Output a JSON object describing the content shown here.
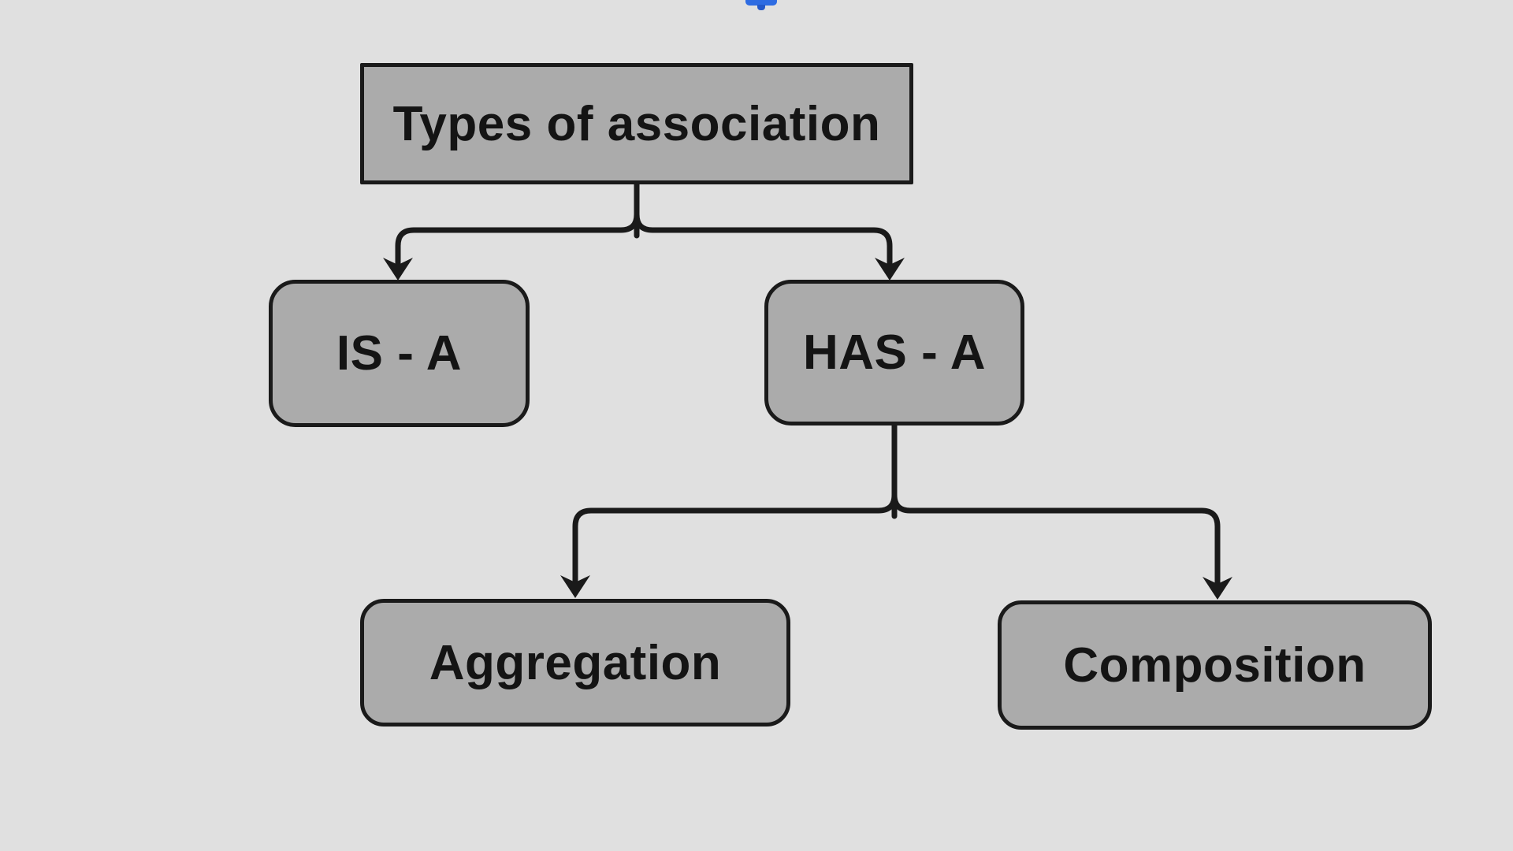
{
  "background_color": "#e0e0e0",
  "toolbar": {
    "plus_icon": "clipped-plus-icon",
    "plus_icon_color": "#2e6ce2"
  },
  "diagram": {
    "node_fill_color": "#ababab",
    "node_border_color": "#1a1a1a",
    "text_color": "#141414",
    "connector_color": "#1a1a1a",
    "nodes": [
      {
        "id": "root",
        "label": "Types of association",
        "shape": "rectangle"
      },
      {
        "id": "is-a",
        "label": "IS - A",
        "shape": "rounded-rectangle"
      },
      {
        "id": "has-a",
        "label": "HAS - A",
        "shape": "rounded-rectangle"
      },
      {
        "id": "aggregation",
        "label": "Aggregation",
        "shape": "rounded-rectangle"
      },
      {
        "id": "composition",
        "label": "Composition",
        "shape": "rounded-rectangle"
      }
    ],
    "edges": [
      {
        "from": "root",
        "to": "is-a"
      },
      {
        "from": "root",
        "to": "has-a"
      },
      {
        "from": "has-a",
        "to": "aggregation"
      },
      {
        "from": "has-a",
        "to": "composition"
      }
    ]
  }
}
